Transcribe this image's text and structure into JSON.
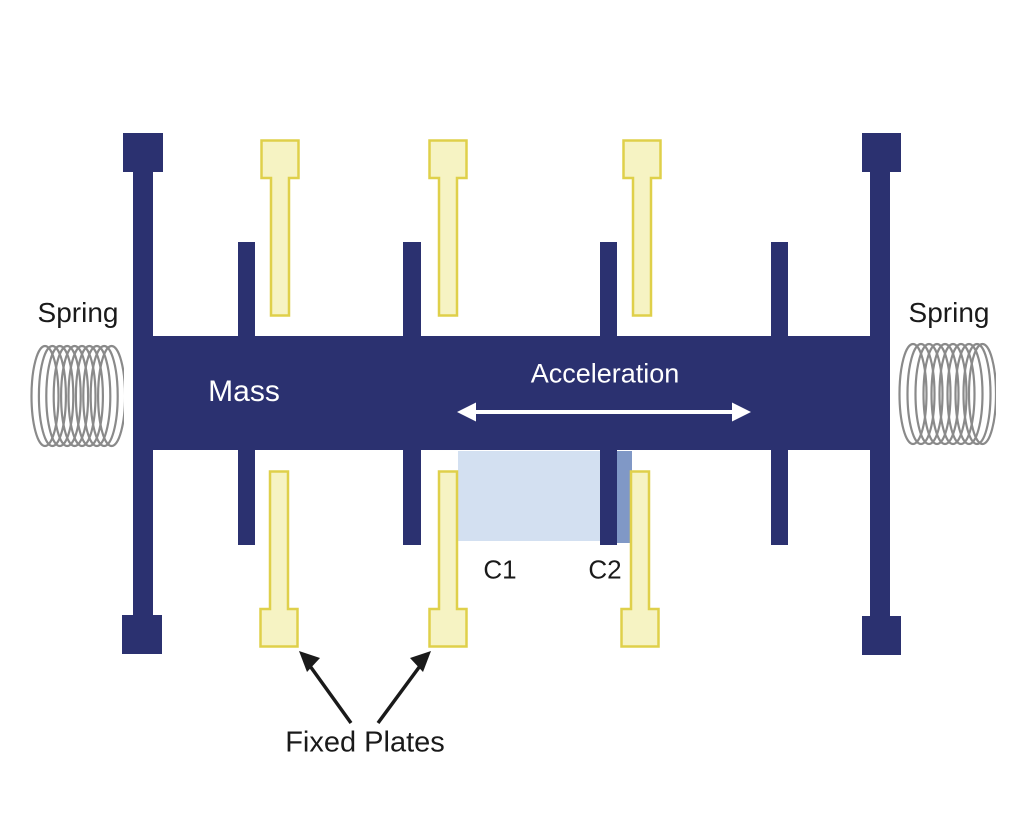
{
  "labels": {
    "spring_left": "Spring",
    "spring_right": "Spring",
    "mass": "Mass",
    "acceleration": "Acceleration",
    "c1": "C1",
    "c2": "C2",
    "fixed_plates": "Fixed Plates"
  },
  "colors": {
    "navy": "#2B3170",
    "plate_fill": "#F6F3C3",
    "plate_border": "#DFD04A",
    "c1_highlight": "#D3E0F1",
    "c2_highlight": "#8098C6",
    "spring_stroke": "#8A8A8A",
    "label_dark": "#1A1A1A",
    "label_light": "#FFFFFF",
    "background": "#FFFFFF"
  }
}
